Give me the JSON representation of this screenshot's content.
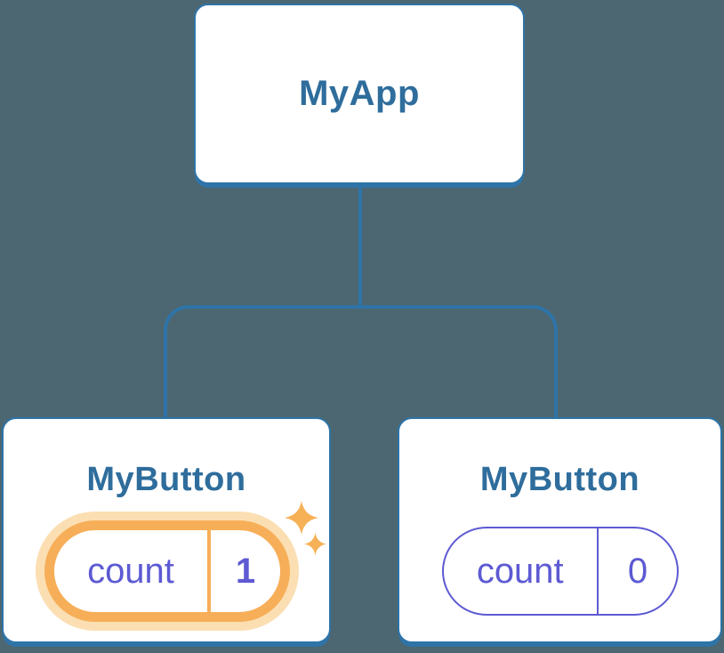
{
  "diagram": {
    "root": {
      "label": "MyApp"
    },
    "children": [
      {
        "label": "MyButton",
        "state": {
          "key": "count",
          "value": "1"
        },
        "highlighted": true
      },
      {
        "label": "MyButton",
        "state": {
          "key": "count",
          "value": "0"
        },
        "highlighted": false
      }
    ],
    "icons": {
      "highlight_large": "sparkle-icon-large",
      "highlight_small": "sparkle-icon-small"
    },
    "colors": {
      "background": "#4C6771",
      "accent": "#2E74A8",
      "node-fill": "#FFFFFF",
      "title": "#2E6D9C",
      "purple": "#5D5AD3",
      "highlight-orange": "#F7AE58",
      "highlight-glow": "#FBDFB3",
      "sparkle": "#F6B156"
    }
  }
}
